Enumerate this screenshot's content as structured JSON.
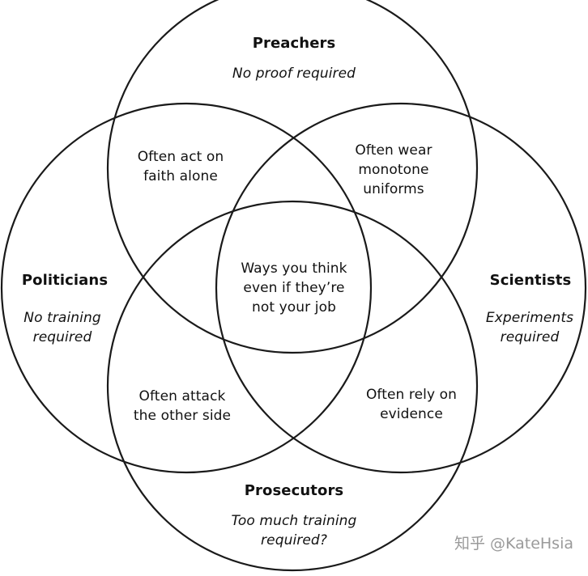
{
  "sets": {
    "top": {
      "name": "Preachers",
      "note": "No proof required"
    },
    "left": {
      "name": "Politicians",
      "note": "No training\nrequired"
    },
    "right": {
      "name": "Scientists",
      "note": "Experiments\nrequired"
    },
    "bottom": {
      "name": "Prosecutors",
      "note": "Too much training\nrequired?"
    }
  },
  "regions": {
    "top_left": "Often act on\nfaith alone",
    "top_right": "Often wear\nmonotone\nuniforms",
    "center": "Ways you think\neven if they’re\nnot your job",
    "bottom_left": "Often attack\nthe other side",
    "bottom_right": "Often rely on\nevidence"
  },
  "watermark": "知乎 @KateHsia"
}
